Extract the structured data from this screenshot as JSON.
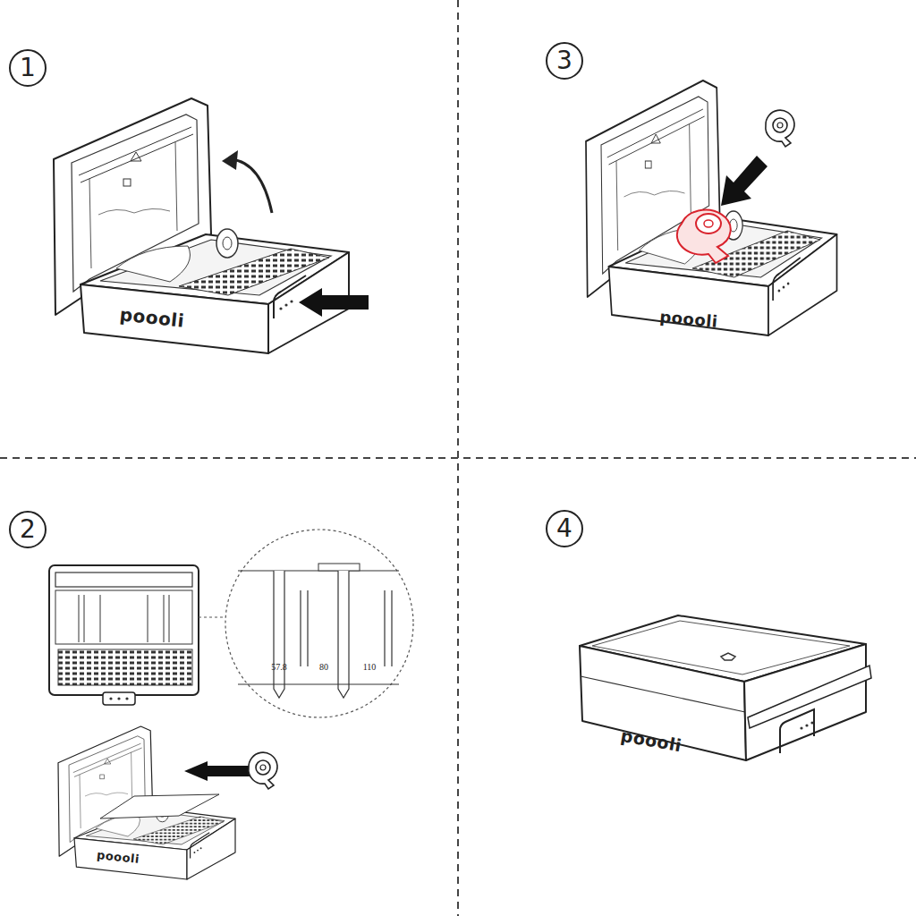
{
  "diagram": {
    "nodes": [
      {
        "text": [
          "1"
        ]
      },
      {
        "text": [
          "3"
        ]
      },
      {
        "text": [
          "2"
        ]
      },
      {
        "text": [
          "4"
        ]
      }
    ],
    "labels": [
      "poooli",
      "poooli",
      "57.8",
      "80",
      "110",
      "poooli",
      "poooli"
    ]
  }
}
